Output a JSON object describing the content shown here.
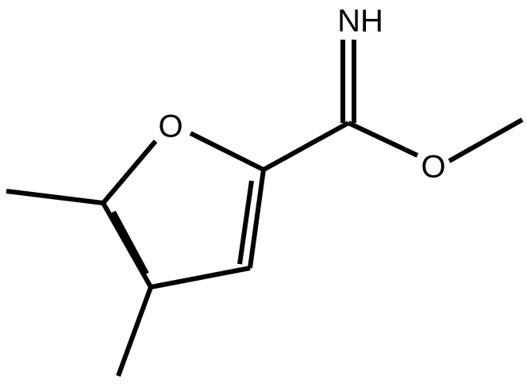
{
  "molecule": {
    "atoms": {
      "imine_nitrogen": "NH",
      "ring_oxygen": "O",
      "ester_oxygen": "O"
    }
  }
}
